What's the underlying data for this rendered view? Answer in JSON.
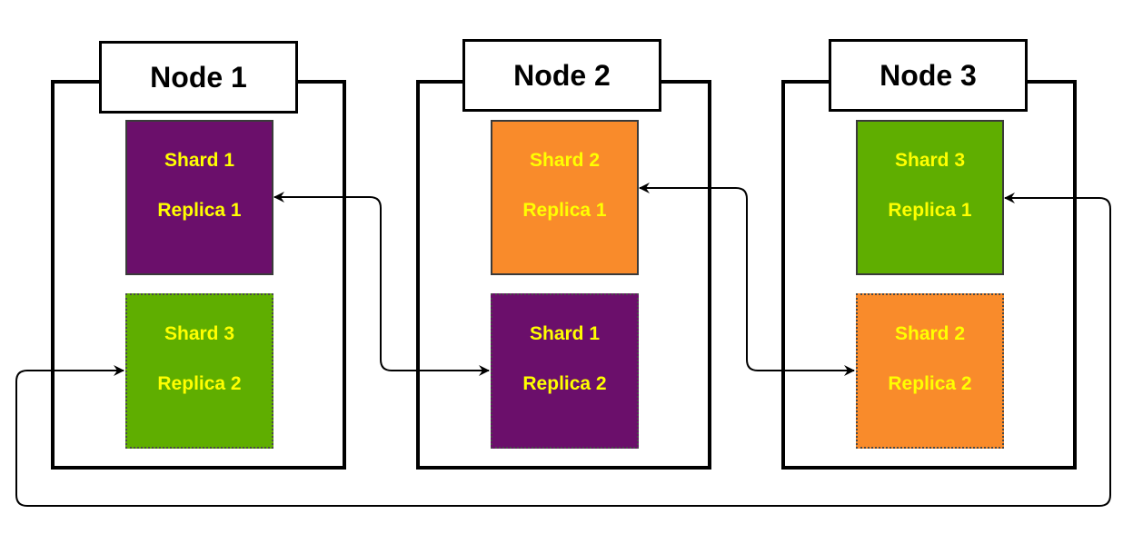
{
  "diagram": {
    "nodes": [
      {
        "label": "Node 1",
        "shards": [
          {
            "shard": "Shard 1",
            "replica": "Replica 1",
            "color": "#6b0f6b",
            "kind": "primary"
          },
          {
            "shard": "Shard 3",
            "replica": "Replica 2",
            "color": "#5fae00",
            "kind": "replica"
          }
        ]
      },
      {
        "label": "Node 2",
        "shards": [
          {
            "shard": "Shard 2",
            "replica": "Replica 1",
            "color": "#f98b2b",
            "kind": "primary"
          },
          {
            "shard": "Shard 1",
            "replica": "Replica 2",
            "color": "#6b0f6b",
            "kind": "replica"
          }
        ]
      },
      {
        "label": "Node 3",
        "shards": [
          {
            "shard": "Shard 3",
            "replica": "Replica 1",
            "color": "#5fae00",
            "kind": "primary"
          },
          {
            "shard": "Shard 2",
            "replica": "Replica 2",
            "color": "#f98b2b",
            "kind": "replica"
          }
        ]
      }
    ],
    "connections": [
      {
        "from": "Node 1 / Shard 1 Replica 1",
        "to": "Node 2 / Shard 1 Replica 2",
        "bidirectional": true
      },
      {
        "from": "Node 2 / Shard 2 Replica 1",
        "to": "Node 3 / Shard 2 Replica 2",
        "bidirectional": true
      },
      {
        "from": "Node 3 / Shard 3 Replica 1",
        "to": "Node 1 / Shard 3 Replica 2",
        "bidirectional": true
      }
    ],
    "text_color": "#ffff00"
  }
}
